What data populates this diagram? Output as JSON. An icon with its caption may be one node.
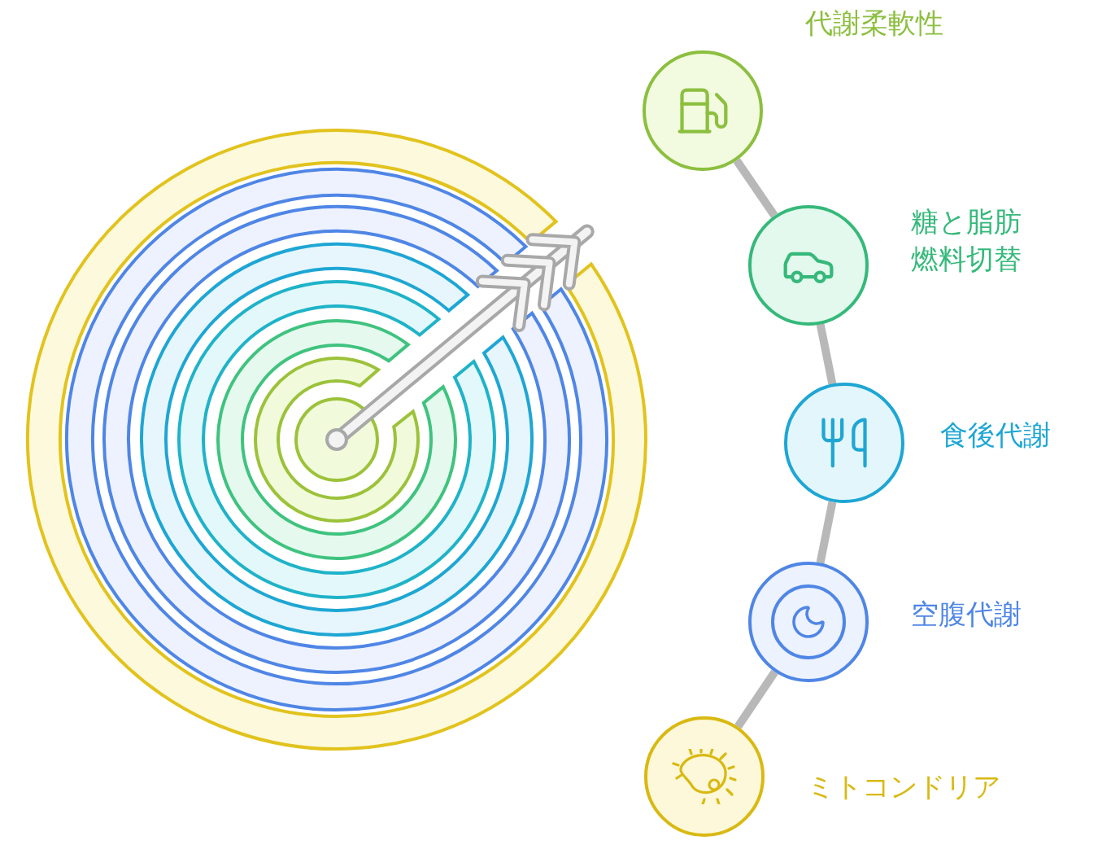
{
  "diagram": {
    "nodes": [
      {
        "text": [
          "代謝柔軟性"
        ]
      },
      {
        "text": [
          "糖と脂肪燃料切替"
        ]
      },
      {
        "text": [
          "食後代謝"
        ]
      },
      {
        "text": [
          "空腹代謝"
        ]
      },
      {
        "text": [
          "ミトコンドリア"
        ]
      }
    ],
    "edges": [
      {
        "from": 0,
        "to": 1,
        "arrow": "none"
      },
      {
        "from": 1,
        "to": 2,
        "arrow": "none"
      },
      {
        "from": 2,
        "to": 3,
        "arrow": "none"
      },
      {
        "from": 3,
        "to": 4,
        "arrow": "none"
      }
    ]
  }
}
